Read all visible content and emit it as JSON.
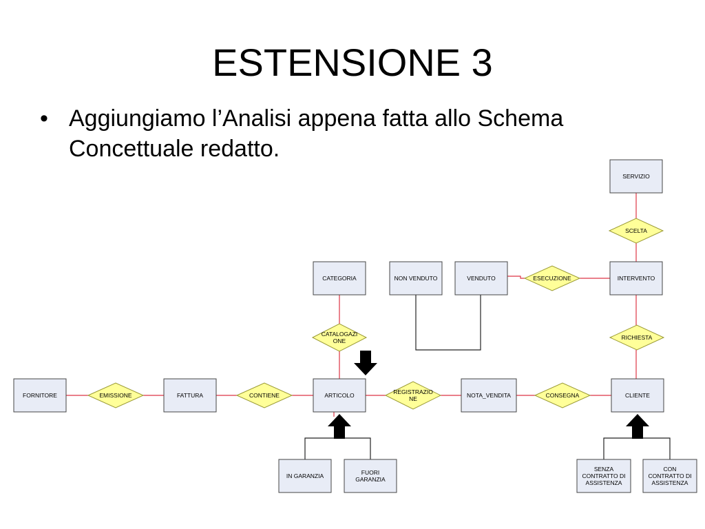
{
  "slide": {
    "title": "ESTENSIONE 3",
    "bullet": "Aggiungiamo l’Analisi appena fatta allo Schema Concettuale redatto."
  },
  "colors": {
    "entity_fill": "#e8ecf6",
    "entity_stroke": "#444444",
    "relation_fill": "#ffff99",
    "relation_stroke": "#999933",
    "line_red": "#dd3344",
    "line_dark": "#222222",
    "arrow": "#000000"
  },
  "entities": [
    {
      "id": "servizio",
      "lines": [
        "SERVIZIO"
      ]
    },
    {
      "id": "categoria",
      "lines": [
        "CATEGORIA"
      ]
    },
    {
      "id": "non-venduto",
      "lines": [
        "NON VENDUTO"
      ]
    },
    {
      "id": "venduto",
      "lines": [
        "VENDUTO"
      ]
    },
    {
      "id": "intervento",
      "lines": [
        "INTERVENTO"
      ]
    },
    {
      "id": "fornitore",
      "lines": [
        "FORNITORE"
      ]
    },
    {
      "id": "fattura",
      "lines": [
        "FATTURA"
      ]
    },
    {
      "id": "articolo",
      "lines": [
        "ARTICOLO"
      ]
    },
    {
      "id": "nota-vendita",
      "lines": [
        "NOTA_VENDITA"
      ]
    },
    {
      "id": "cliente",
      "lines": [
        "CLIENTE"
      ]
    },
    {
      "id": "in-garanzia",
      "lines": [
        "IN GARANZIA"
      ]
    },
    {
      "id": "fuori-garanzia",
      "lines": [
        "FUORI",
        "GARANZIA"
      ]
    },
    {
      "id": "senza-contratto",
      "lines": [
        "SENZA",
        "CONTRATTO DI",
        "ASSISTENZA"
      ]
    },
    {
      "id": "con-contratto",
      "lines": [
        "CON",
        "CONTRATTO DI",
        "ASSISTENZA"
      ]
    }
  ],
  "relations": [
    {
      "id": "scelta",
      "lines": [
        "SCELTA"
      ]
    },
    {
      "id": "esecuzione",
      "lines": [
        "ESECUZIONE"
      ]
    },
    {
      "id": "richiesta",
      "lines": [
        "RICHIESTA"
      ]
    },
    {
      "id": "catalogazione",
      "lines": [
        "CATALOGAZI",
        "ONE"
      ]
    },
    {
      "id": "emissione",
      "lines": [
        "EMISSIONE"
      ]
    },
    {
      "id": "contiene",
      "lines": [
        "CONTIENE"
      ]
    },
    {
      "id": "registrazione",
      "lines": [
        "REGISTRAZIO",
        "NE"
      ]
    },
    {
      "id": "consegna",
      "lines": [
        "CONSEGNA"
      ]
    }
  ]
}
